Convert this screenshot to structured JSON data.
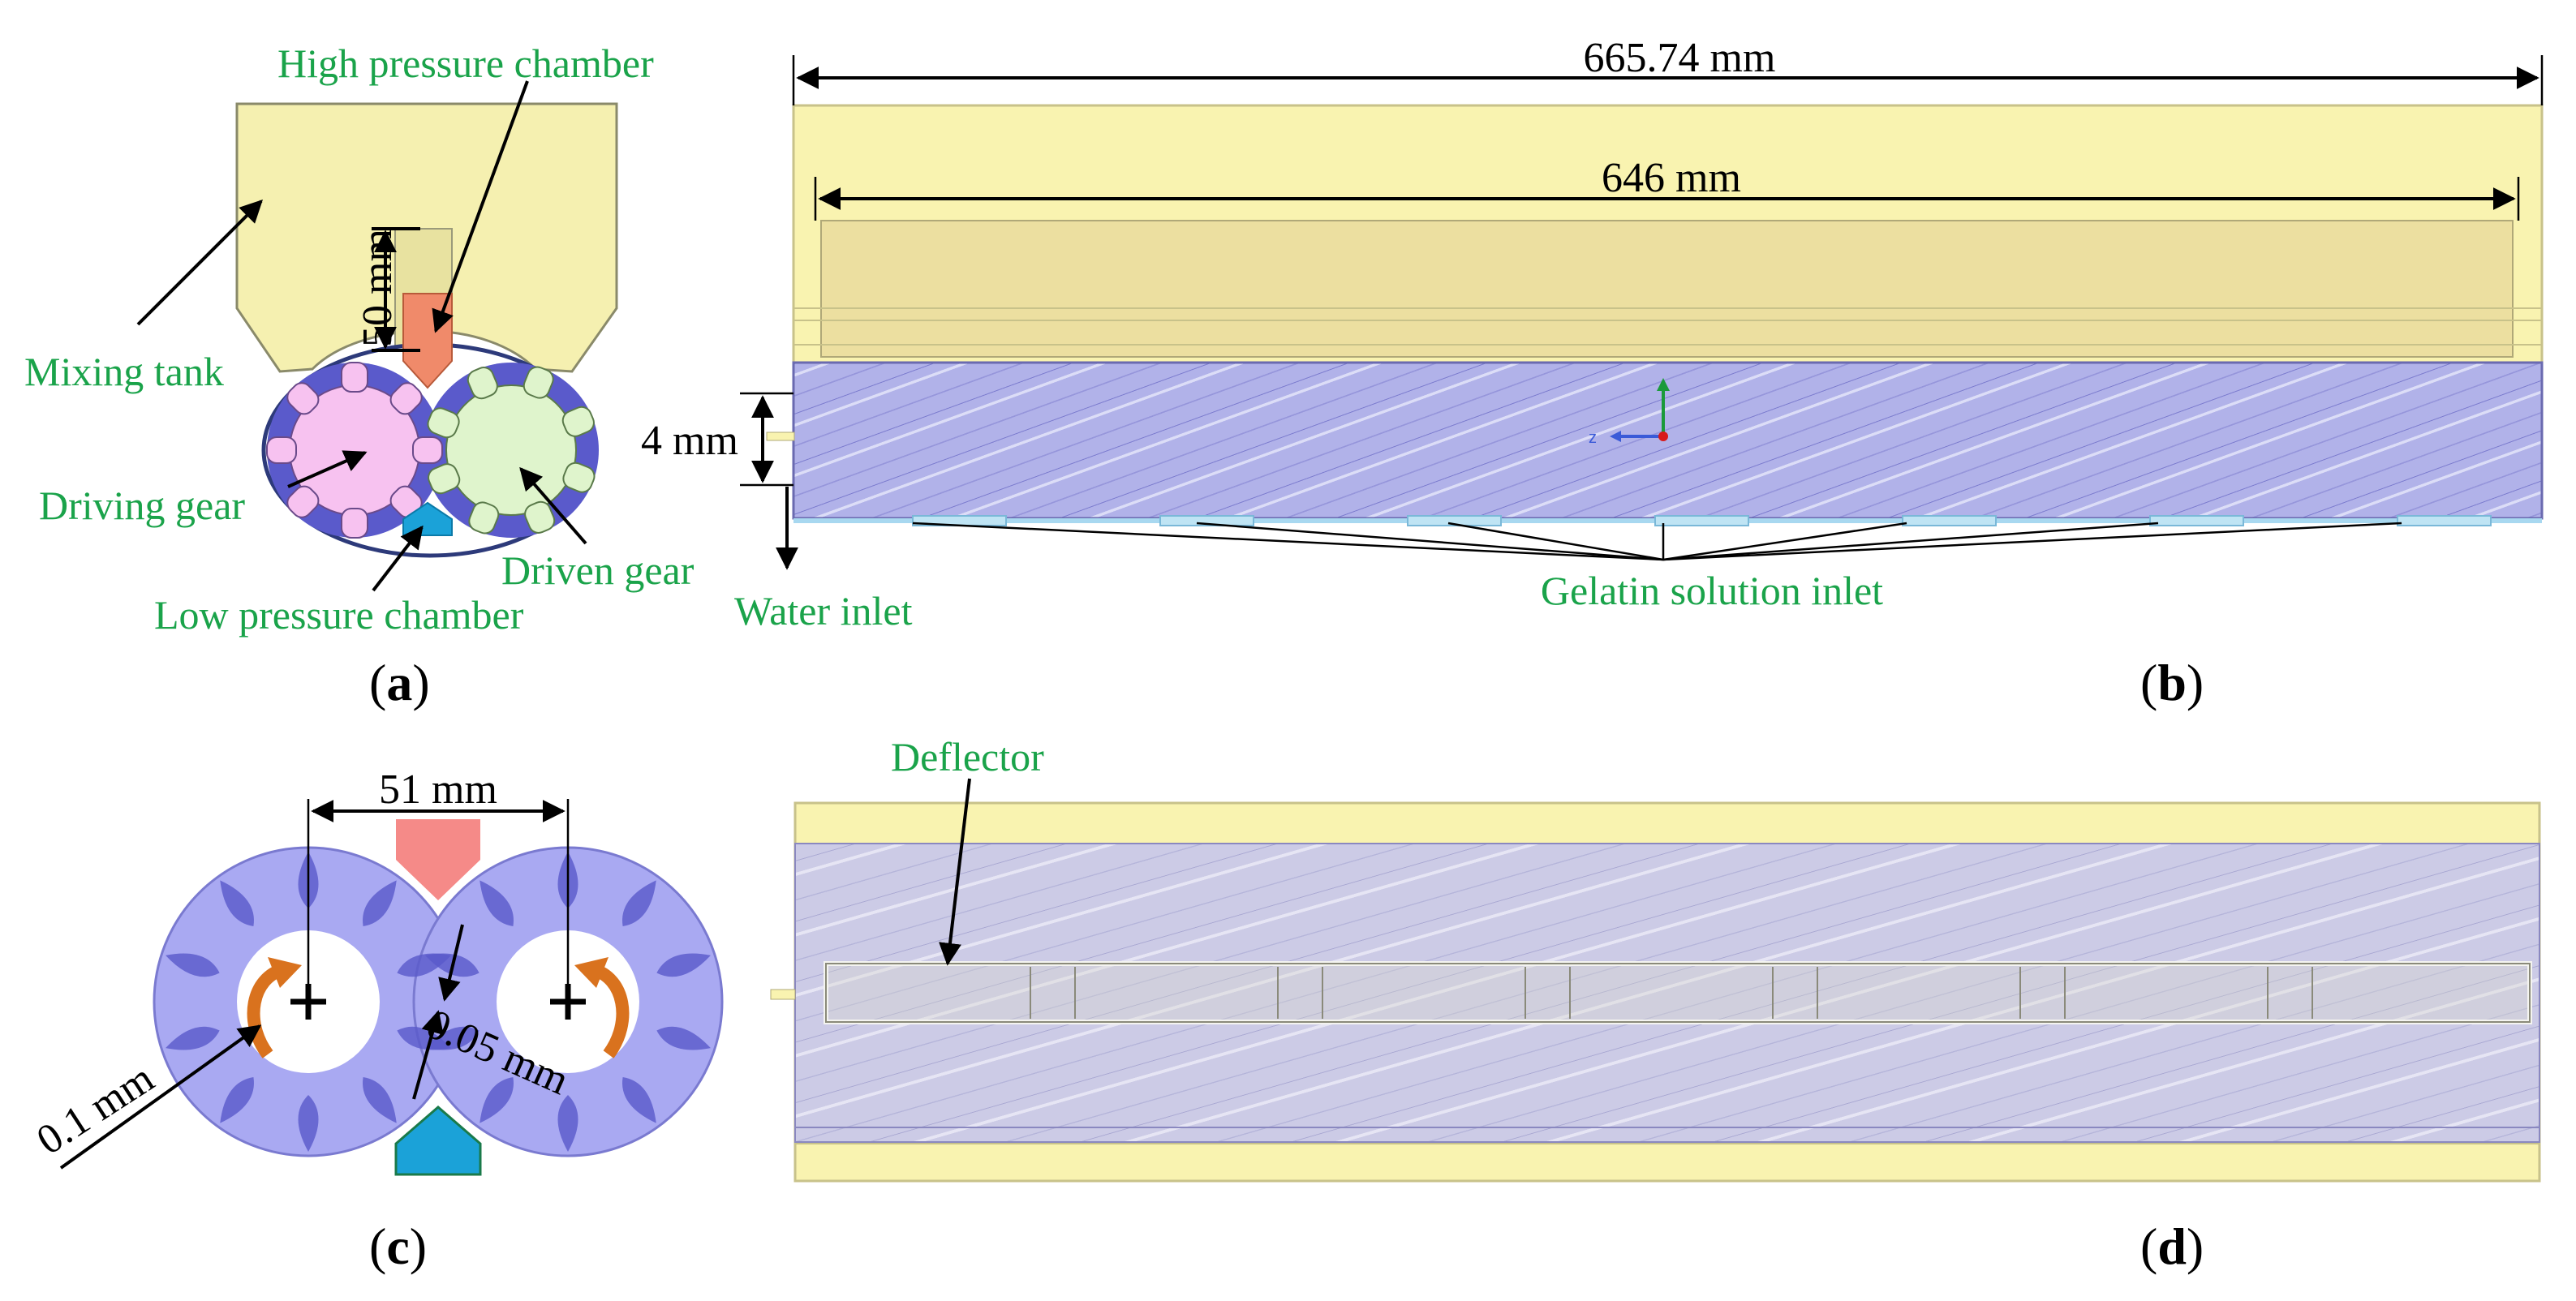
{
  "colors": {
    "label_green": "#1aa34a",
    "tank_yellow": "#f5f0b0",
    "high_pressure": "#f08a6a",
    "low_pressure": "#1ba2d8",
    "rotor_blue": "#a9a9f2",
    "rotor_dark": "#5a5acb",
    "driving_gear": "#f7c2f0",
    "driven_gear": "#dff4cc",
    "arrow_orange": "#d9721e"
  },
  "panel_a": {
    "mixing_tank": "Mixing tank",
    "high_pressure_chamber": "High pressure chamber",
    "driving_gear": "Driving gear",
    "driven_gear": "Driven gear",
    "low_pressure_chamber": "Low pressure chamber",
    "dim_50": "50 mm",
    "panel_open": "(",
    "panel_letter": "a",
    "panel_close": ")"
  },
  "panel_b": {
    "dim_total": "665.74 mm",
    "dim_inner": "646 mm",
    "dim_4": "4 mm",
    "water_inlet": "Water inlet",
    "gelatin_inlet": "Gelatin solution inlet",
    "axis_z": "z",
    "panel_open": "(",
    "panel_letter": "b",
    "panel_close": ")"
  },
  "panel_c": {
    "dim_51": "51 mm",
    "dim_01": "0.1 mm",
    "dim_005": "0.05 mm",
    "panel_open": "(",
    "panel_letter": "c",
    "panel_close": ")"
  },
  "panel_d": {
    "deflector": "Deflector",
    "panel_open": "(",
    "panel_letter": "d",
    "panel_close": ")"
  }
}
